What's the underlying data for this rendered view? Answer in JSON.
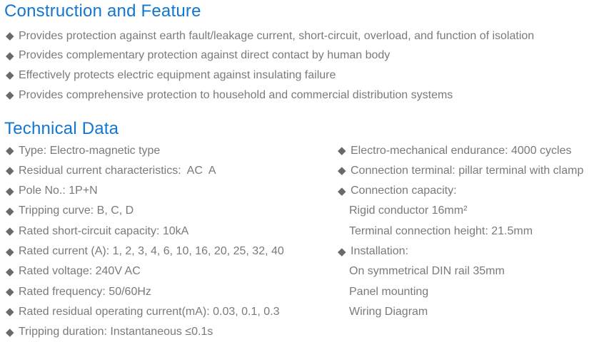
{
  "page": {
    "background": "#ffffff",
    "accent_color": "#1276d2",
    "text_color": "#7a7a7a",
    "bullet_color": "#696969",
    "bullet_glyph": "◆"
  },
  "construction": {
    "title": "Construction and Feature",
    "items": [
      "Provides protection against earth fault/leakage current, short-circuit, overload, and function of isolation",
      "Provides complementary protection against direct contact by human body",
      "Effectively protects electric equipment against insulating failure",
      "Provides comprehensive protection to household and commercial distribution systems"
    ]
  },
  "technical": {
    "title": "Technical Data",
    "left_items": [
      {
        "bullet": true,
        "text": "Type: Electro-magnetic type"
      },
      {
        "bullet": true,
        "text": "Residual current characteristics:  AC  A"
      },
      {
        "bullet": true,
        "text": "Pole No.: 1P+N"
      },
      {
        "bullet": true,
        "text": "Tripping curve: B, C, D"
      },
      {
        "bullet": true,
        "text": "Rated short-circuit capacity: 10kA"
      },
      {
        "bullet": true,
        "text": "Rated current (A): 1, 2, 3, 4, 6, 10, 16, 20, 25, 32, 40"
      },
      {
        "bullet": true,
        "text": "Rated voltage: 240V AC"
      },
      {
        "bullet": true,
        "text": "Rated frequency: 50/60Hz"
      },
      {
        "bullet": true,
        "text": "Rated residual operating current(mA): 0.03, 0.1, 0.3"
      },
      {
        "bullet": true,
        "text": "Tripping duration: Instantaneous ≤0.1s"
      }
    ],
    "right_items": [
      {
        "bullet": true,
        "text": "Electro-mechanical endurance: 4000 cycles"
      },
      {
        "bullet": true,
        "text": "Connection terminal: pillar terminal with clamp"
      },
      {
        "bullet": true,
        "text": "Connection capacity:"
      },
      {
        "bullet": false,
        "text": "Rigid conductor 16mm²"
      },
      {
        "bullet": false,
        "text": "Terminal connection height: 21.5mm"
      },
      {
        "bullet": true,
        "text": "Installation:"
      },
      {
        "bullet": false,
        "text": "On symmetrical DIN rail 35mm"
      },
      {
        "bullet": false,
        "text": "Panel mounting"
      },
      {
        "bullet": false,
        "text": "Wiring Diagram"
      }
    ]
  }
}
